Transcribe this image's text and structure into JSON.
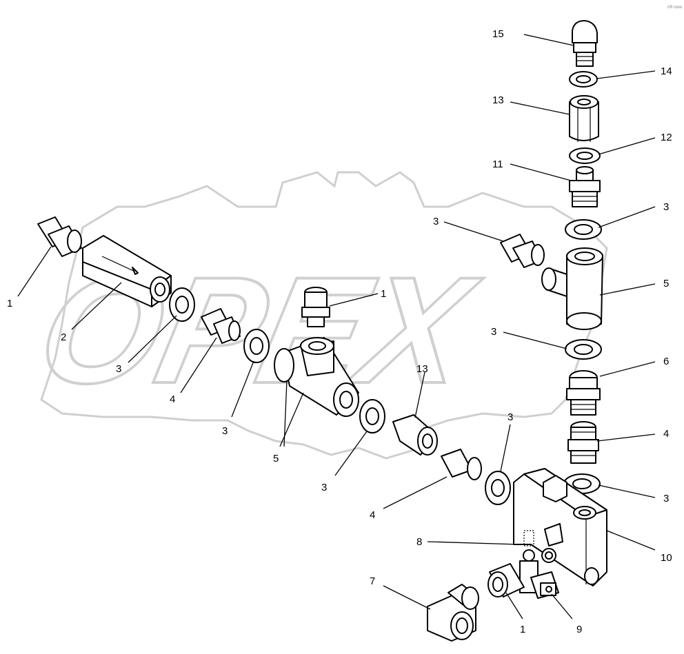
{
  "watermark": {
    "text": "OPEX"
  },
  "corner_mark": "c® cxxx",
  "callouts": [
    {
      "label": "15"
    },
    {
      "label": "14"
    },
    {
      "label": "13"
    },
    {
      "label": "12"
    },
    {
      "label": "11"
    },
    {
      "label": "3"
    },
    {
      "label": "3"
    },
    {
      "label": "5"
    },
    {
      "label": "3"
    },
    {
      "label": "6"
    },
    {
      "label": "4"
    },
    {
      "label": "3"
    },
    {
      "label": "10"
    },
    {
      "label": "1"
    },
    {
      "label": "2"
    },
    {
      "label": "3"
    },
    {
      "label": "4"
    },
    {
      "label": "1"
    },
    {
      "label": "3"
    },
    {
      "label": "5"
    },
    {
      "label": "13"
    },
    {
      "label": "3"
    },
    {
      "label": "3"
    },
    {
      "label": "4"
    },
    {
      "label": "8"
    },
    {
      "label": "7"
    },
    {
      "label": "1"
    },
    {
      "label": "9"
    }
  ]
}
